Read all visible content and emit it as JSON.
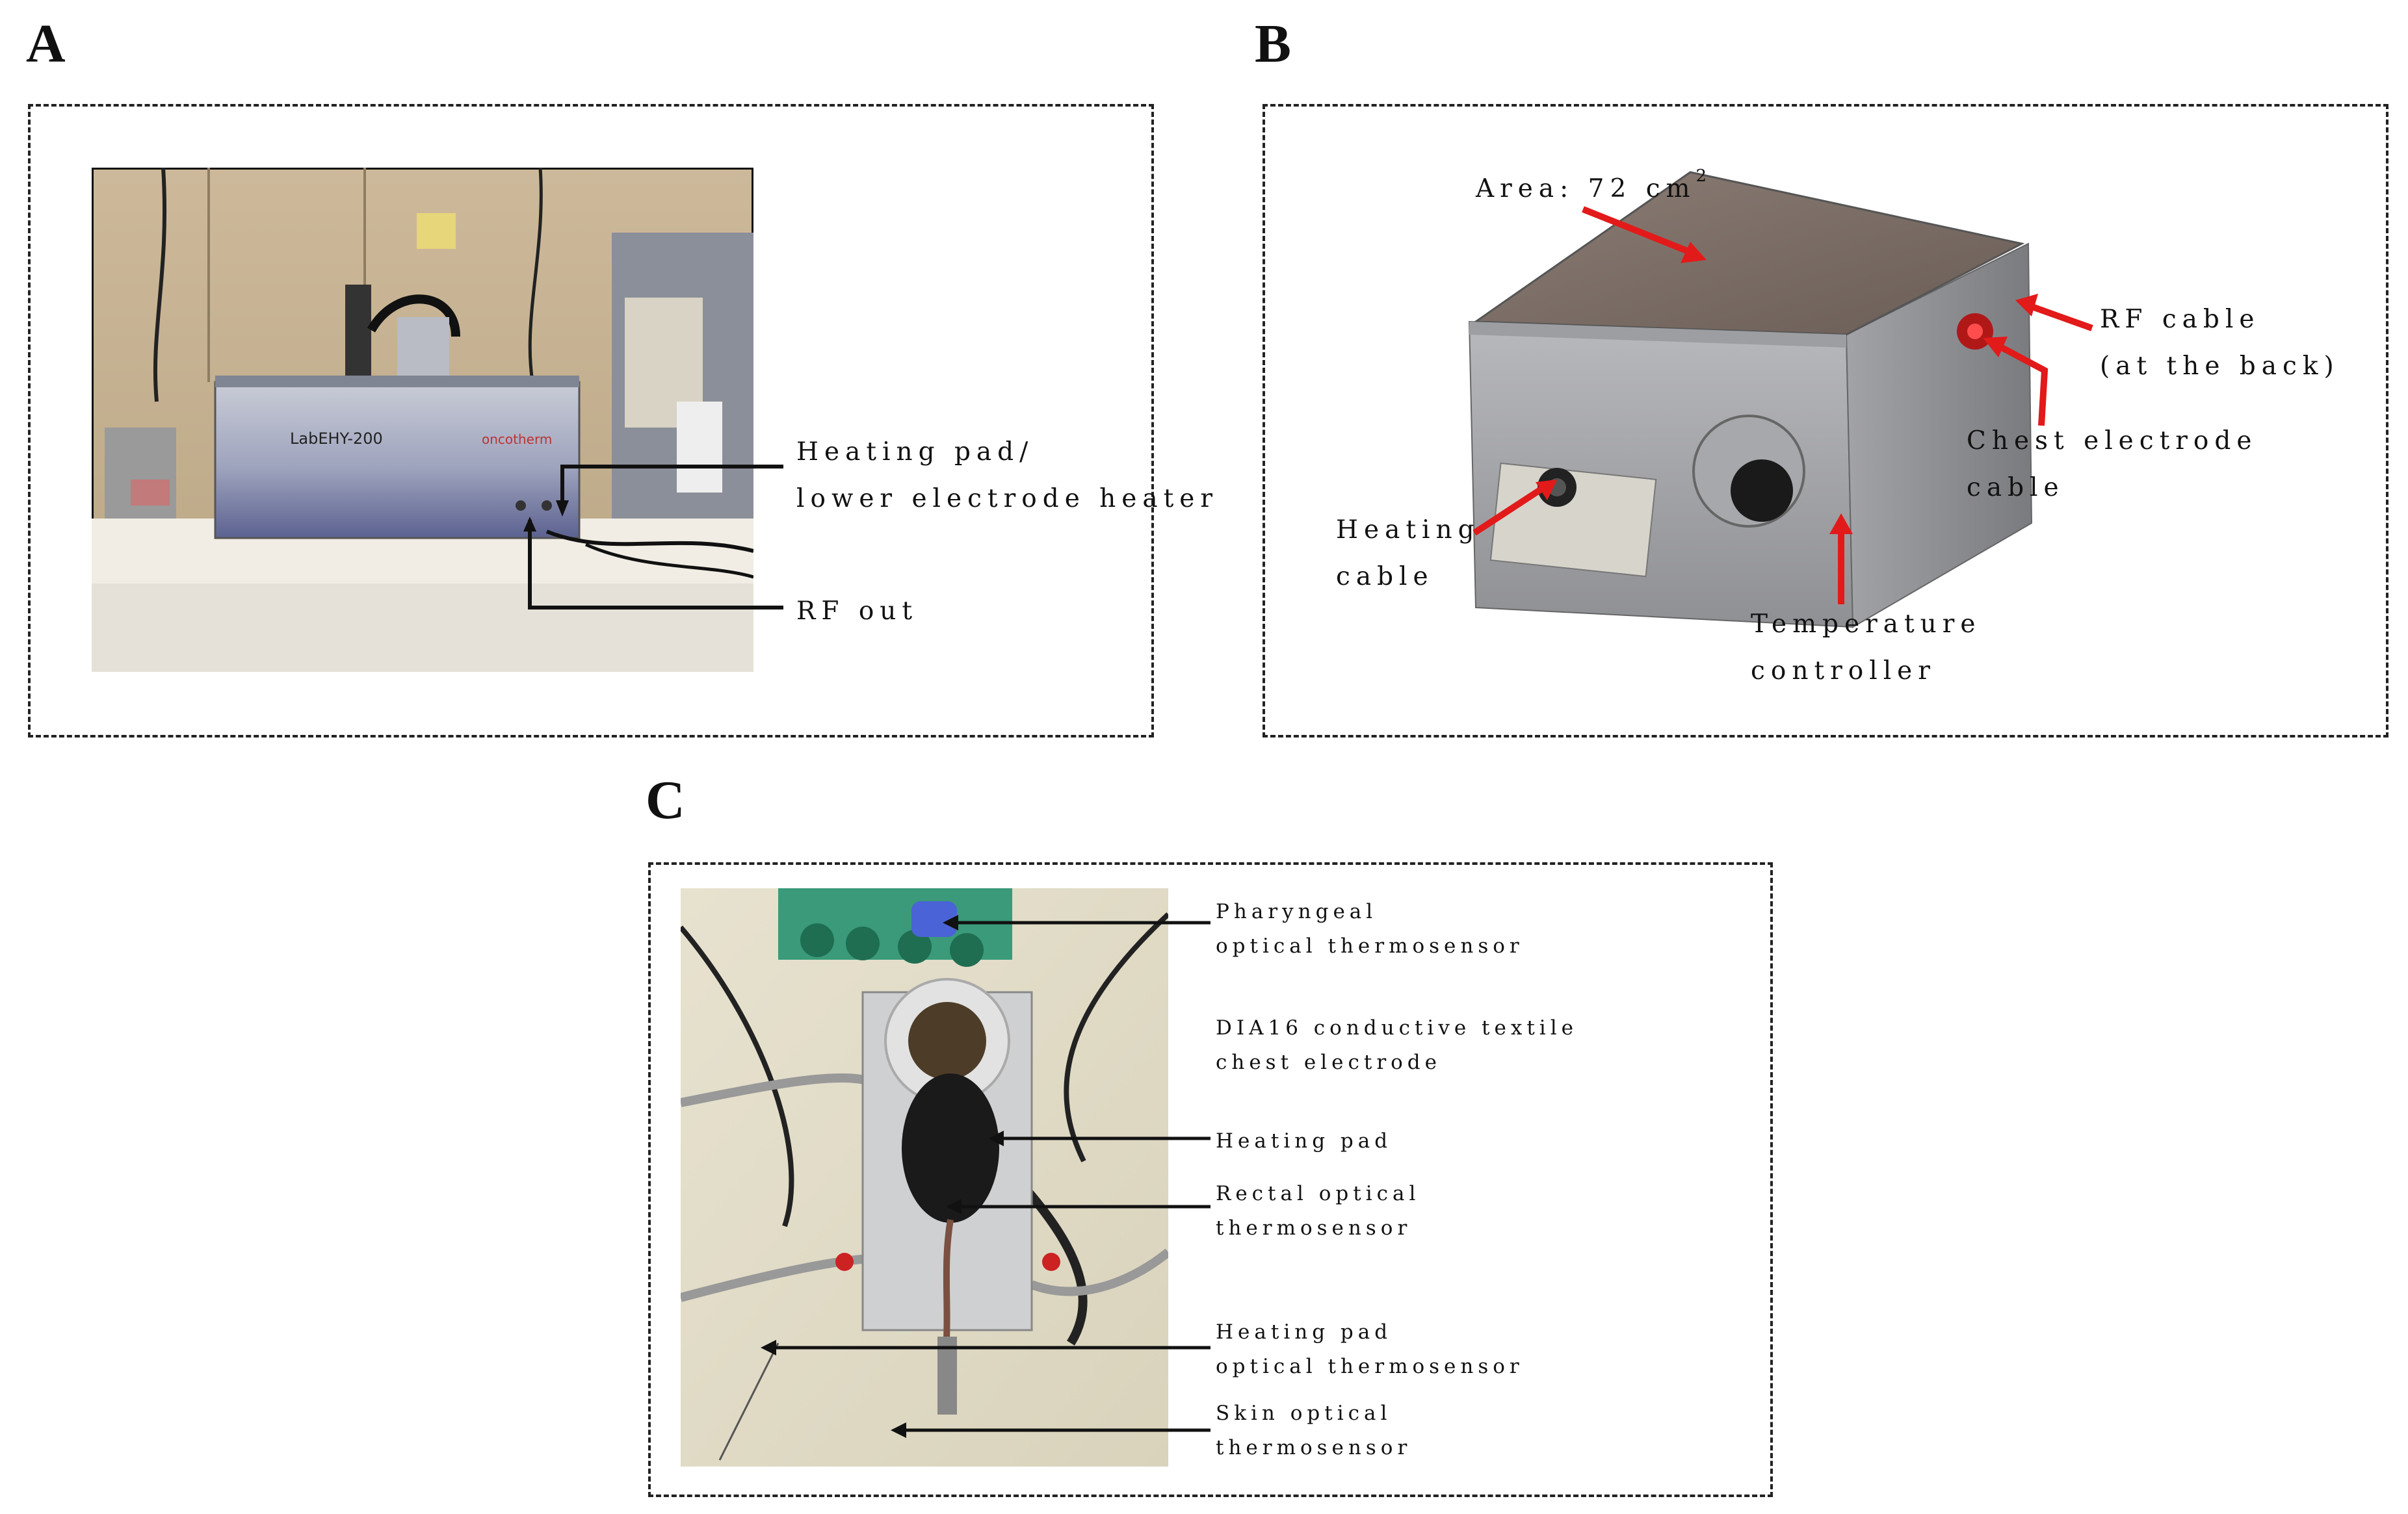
{
  "panels": {
    "a": {
      "letter": "A",
      "device_logo": "LabEHY-200",
      "device_brand": "oncotherm",
      "labels": {
        "heating_pad": "Heating pad/",
        "heating_pad_2": "lower electrode heater",
        "rf_out": "RF out"
      }
    },
    "b": {
      "letter": "B",
      "labels": {
        "area_prefix": "Area: 72 cm",
        "area_sup": "2",
        "rf_cable": "RF cable",
        "rf_cable_2": "(at the back)",
        "chest_cable": "Chest electrode",
        "chest_cable_2": "cable",
        "heating_cable": "Heating",
        "heating_cable_2": "cable",
        "temp_controller": "Temperature",
        "temp_controller_2": "controller"
      }
    },
    "c": {
      "letter": "C",
      "labels": {
        "pharyngeal": "Pharyngeal",
        "pharyngeal_2": "optical thermosensor",
        "dia16": "DIA16 conductive textile",
        "dia16_2": "chest electrode",
        "heating_pad": "Heating pad",
        "rectal": "Rectal optical",
        "rectal_2": "thermosensor",
        "heating_pad_sensor": "Heating pad",
        "heating_pad_sensor_2": "optical thermosensor",
        "skin": "Skin optical",
        "skin_2": "thermosensor"
      }
    }
  },
  "colors": {
    "arrow_red": "#e21a1a",
    "arrow_black": "#111111"
  }
}
